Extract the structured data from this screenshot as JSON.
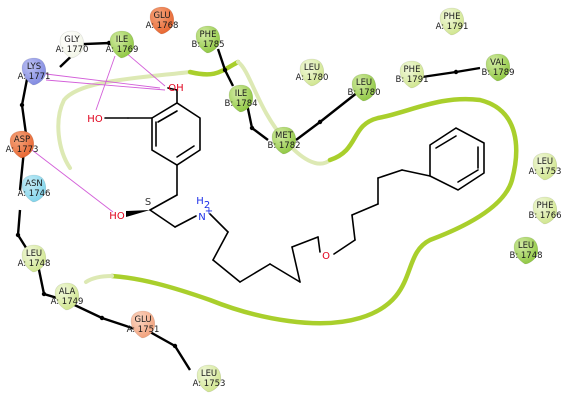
{
  "colors": {
    "hydrophobic": "#8dc63f",
    "hydrophobic_light": "#e8f2c8",
    "negative": "#e8642e",
    "positive": "#7f88e0",
    "polar": "#7fd3ea",
    "pocket": "#a9cf2c",
    "hbond": "#d35fd9",
    "oxygen": "#e0001b",
    "nitrogen": "#1d2fe8"
  },
  "residues": [
    {
      "name": "GLU",
      "id": "A: 1768",
      "kind": "negative"
    },
    {
      "name": "ILE",
      "id": "A: 1769",
      "kind": "hydrophobic"
    },
    {
      "name": "GLY",
      "id": "A: 1770",
      "kind": "glycine"
    },
    {
      "name": "LYS",
      "id": "A: 1771",
      "kind": "positive"
    },
    {
      "name": "ASP",
      "id": "A: 1773",
      "kind": "negative"
    },
    {
      "name": "ASN",
      "id": "A: 1746",
      "kind": "polar"
    },
    {
      "name": "LEU",
      "id": "A: 1748",
      "kind": "hydrophobic-light"
    },
    {
      "name": "ALA",
      "id": "A: 1749",
      "kind": "hydrophobic-light"
    },
    {
      "name": "GLU",
      "id": "A: 1751",
      "kind": "negative-light"
    },
    {
      "name": "LEU",
      "id": "A: 1753",
      "kind": "hydrophobic-light"
    },
    {
      "name": "PHE",
      "id": "B: 1785",
      "kind": "hydrophobic"
    },
    {
      "name": "ILE",
      "id": "B: 1784",
      "kind": "hydrophobic"
    },
    {
      "name": "MET",
      "id": "B: 1782",
      "kind": "hydrophobic"
    },
    {
      "name": "LEU",
      "id": "A: 1780",
      "kind": "hydrophobic-light"
    },
    {
      "name": "LEU",
      "id": "B: 1780",
      "kind": "hydrophobic"
    },
    {
      "name": "PHE",
      "id": "B: 1791",
      "kind": "hydrophobic-light"
    },
    {
      "name": "VAL",
      "id": "B: 1789",
      "kind": "hydrophobic"
    },
    {
      "name": "PHE",
      "id": "A: 1791",
      "kind": "hydrophobic-light"
    },
    {
      "name": "LEU",
      "id": "A: 1753",
      "kind": "hydrophobic-light"
    },
    {
      "name": "PHE",
      "id": "B: 1766",
      "kind": "hydrophobic-light"
    },
    {
      "name": "LEU",
      "id": "B: 1748",
      "kind": "hydrophobic"
    }
  ],
  "atoms": {
    "oh_top": "OH",
    "ho_left": "HO",
    "ho_chiral": "HO",
    "nh2_n": "N",
    "nh2_h": "H",
    "nh2_sub": "2",
    "nh2_plus": "+",
    "ether_o": "O",
    "stereo": "S"
  }
}
